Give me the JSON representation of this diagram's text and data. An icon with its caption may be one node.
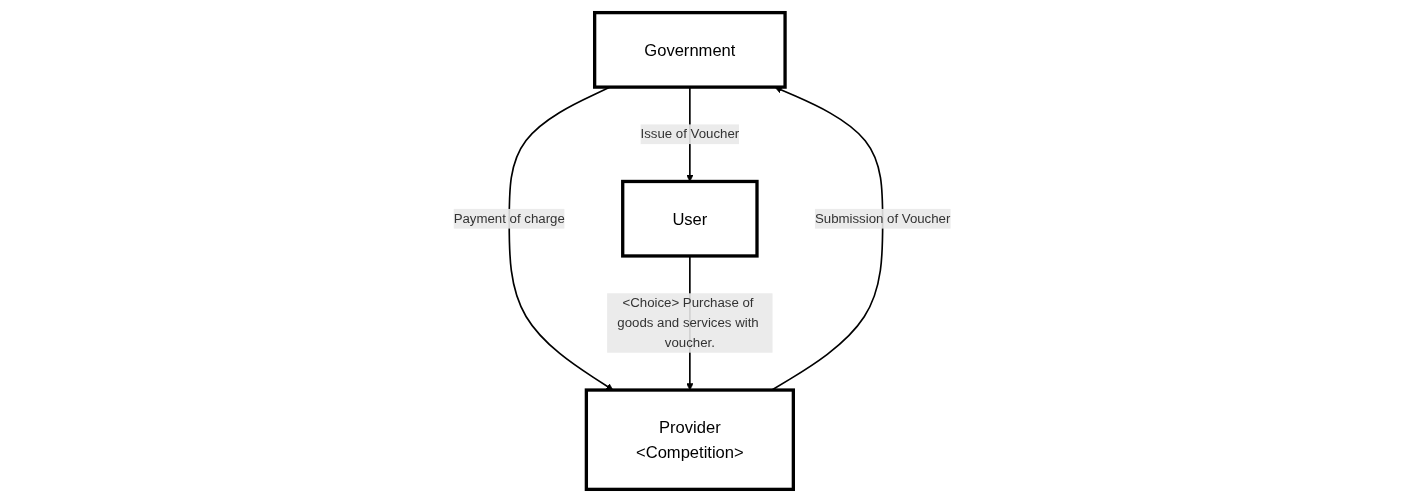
{
  "diagram": {
    "nodes": [
      {
        "text": [
          "Government"
        ]
      },
      {
        "text": [
          "User"
        ]
      },
      {
        "text": [
          "Provider",
          "<Competition>"
        ]
      }
    ],
    "edges": [
      {
        "from": 0,
        "to": 1,
        "arrow": "to",
        "label": "Issue of Voucher"
      },
      {
        "from": 0,
        "to": 2,
        "arrow": "to",
        "label": "Payment of charge"
      },
      {
        "from": 1,
        "to": 2,
        "arrow": "to",
        "label": "<Choice> Purchase of goods and services with voucher."
      },
      {
        "from": 2,
        "to": 0,
        "arrow": "to",
        "label": "Submission of Voucher"
      }
    ]
  }
}
